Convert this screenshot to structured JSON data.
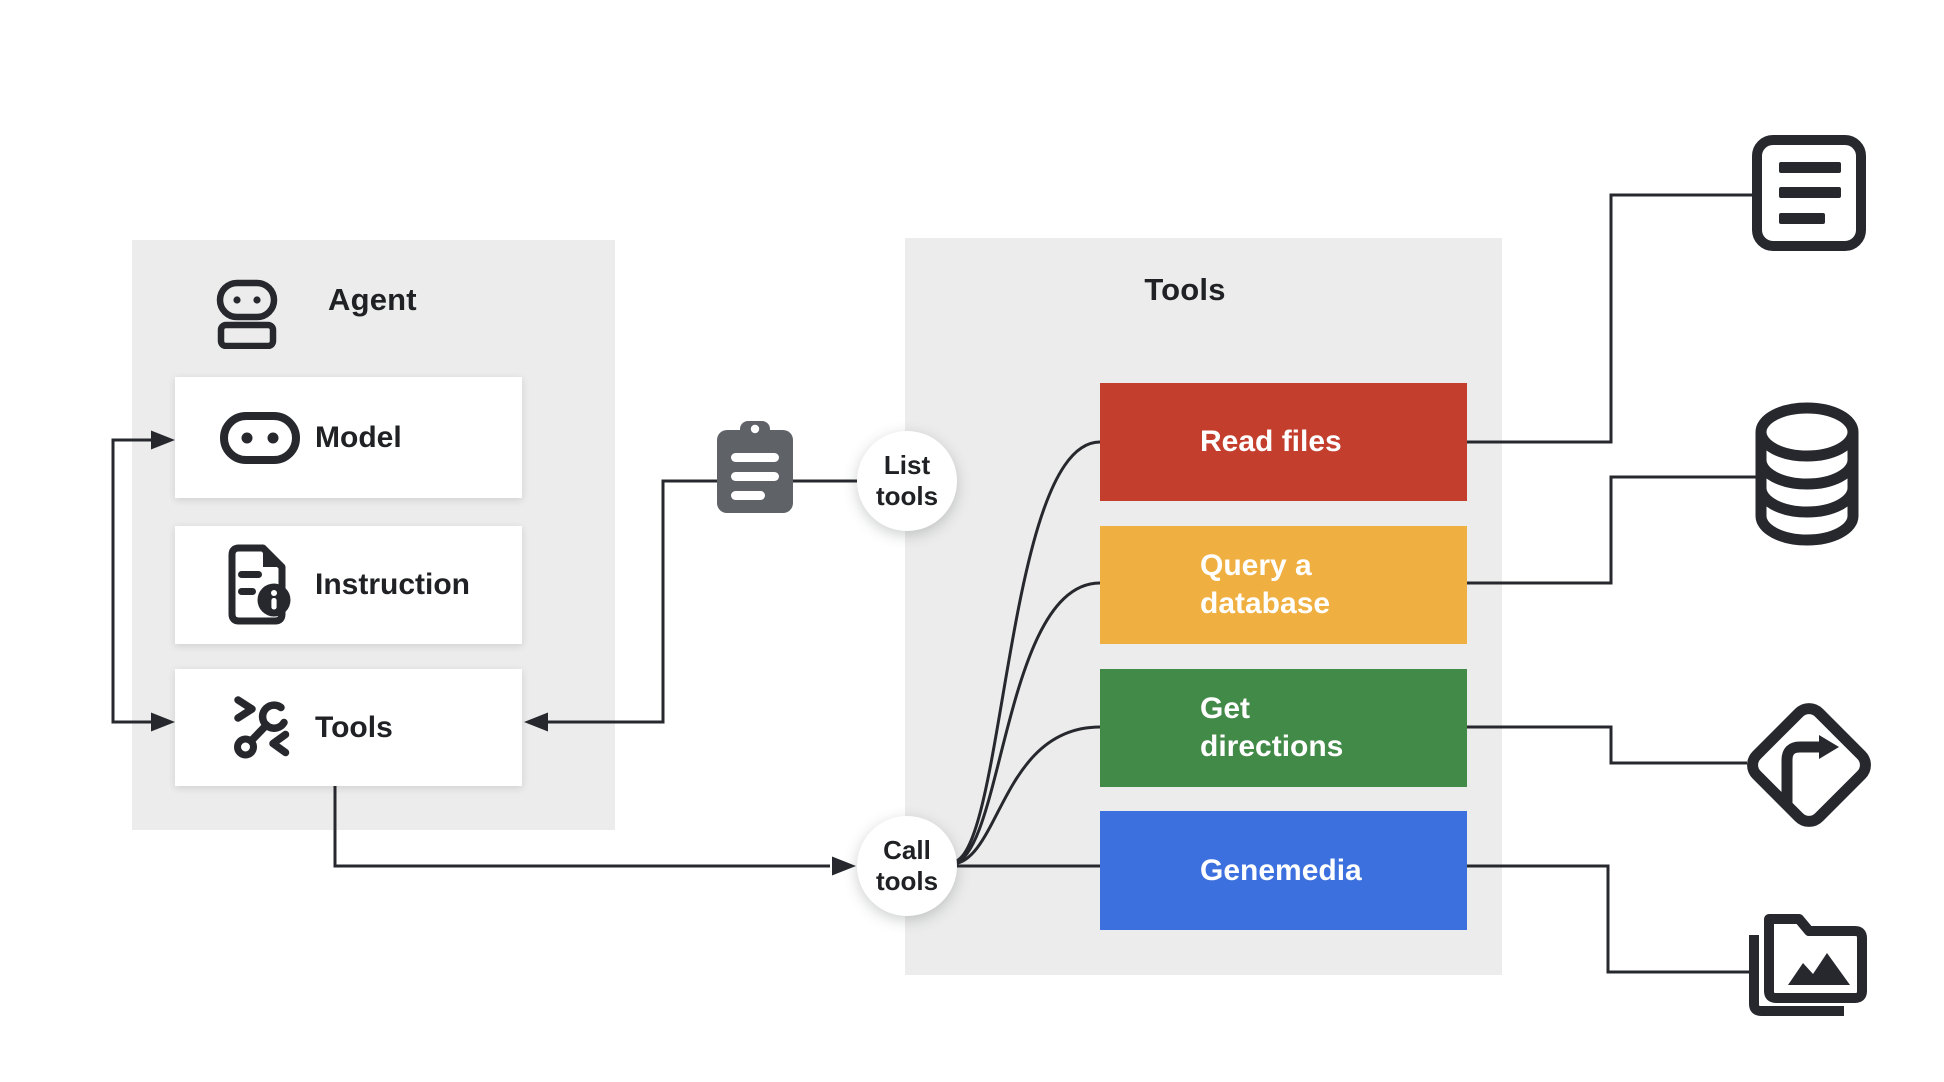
{
  "diagram": {
    "agent_panel": {
      "title": "Agent",
      "header_icon": "robot-icon",
      "cards": [
        {
          "label": "Model",
          "icon": "model-robot-face-icon"
        },
        {
          "label": "Instruction",
          "icon": "instruction-document-info-icon"
        },
        {
          "label": "Tools",
          "icon": "tools-wrench-code-icon"
        }
      ]
    },
    "flow": {
      "clipboard_icon": "clipboard-checklist-icon",
      "list_tools_label": "List tools",
      "call_tools_label": "Call tools"
    },
    "tools_panel": {
      "title": "Tools",
      "tools": [
        {
          "label": "Read files",
          "color": "#c43e2e",
          "target_icon": "document-text-icon"
        },
        {
          "label": "Query a database",
          "color": "#f0af41",
          "target_icon": "database-icon"
        },
        {
          "label": "Get directions",
          "color": "#428a47",
          "target_icon": "turn-directions-icon"
        },
        {
          "label": "Genemedia",
          "color": "#3c70de",
          "target_icon": "media-folder-icon"
        }
      ]
    },
    "colors": {
      "panel_bg": "#ececec",
      "wire": "#26282d",
      "text_dark": "#202124",
      "clipboard_gray": "#5f6368",
      "card_bg": "#ffffff"
    }
  }
}
